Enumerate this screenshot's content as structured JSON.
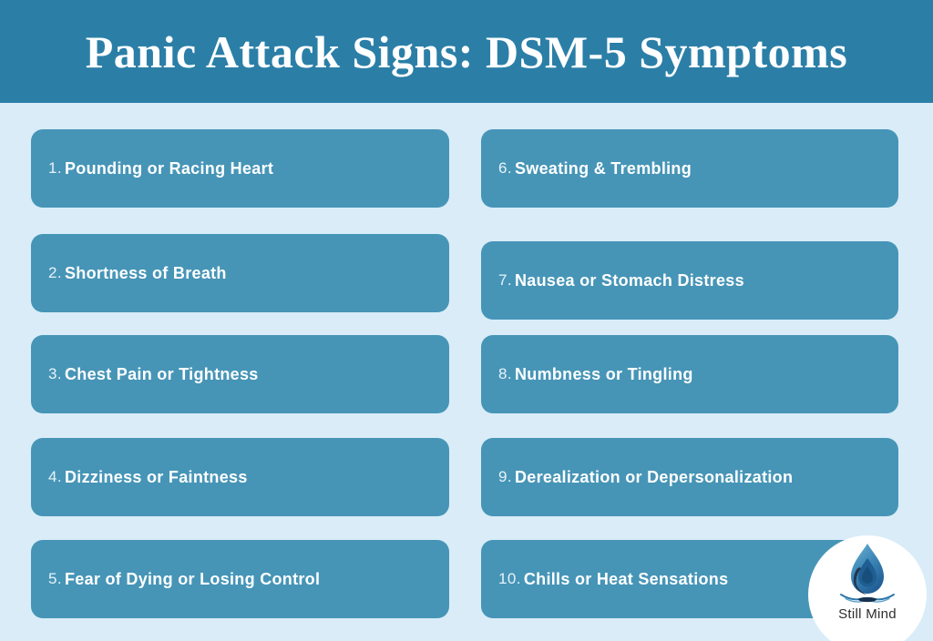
{
  "header": {
    "title": "Panic Attack Signs: DSM-5 Symptoms"
  },
  "symptoms": [
    {
      "number": "1.",
      "label": "Pounding or Racing Heart"
    },
    {
      "number": "2.",
      "label": "Shortness of Breath"
    },
    {
      "number": "3.",
      "label": "Chest Pain or Tightness"
    },
    {
      "number": "4.",
      "label": "Dizziness or Faintness"
    },
    {
      "number": "5.",
      "label": "Fear of Dying or Losing Control"
    },
    {
      "number": "6.",
      "label": "Sweating & Trembling"
    },
    {
      "number": "7.",
      "label": "Nausea or Stomach Distress"
    },
    {
      "number": "8.",
      "label": "Numbness or Tingling"
    },
    {
      "number": "9.",
      "label": "Derealization or Depersonalization"
    },
    {
      "number": "10.",
      "label": "Chills or Heat Sensations"
    }
  ],
  "logo": {
    "name": "Still Mind",
    "icon": "water-drop-with-ripples"
  },
  "colors": {
    "header_bg": "#2b7fa7",
    "card_bg": "#4695b7",
    "page_bg": "#d9ecf8",
    "title_color": "#ffffff",
    "label_color": "#ffffff",
    "number_color": "#e8f2f8",
    "logo_text_color": "#2d2d2d"
  }
}
